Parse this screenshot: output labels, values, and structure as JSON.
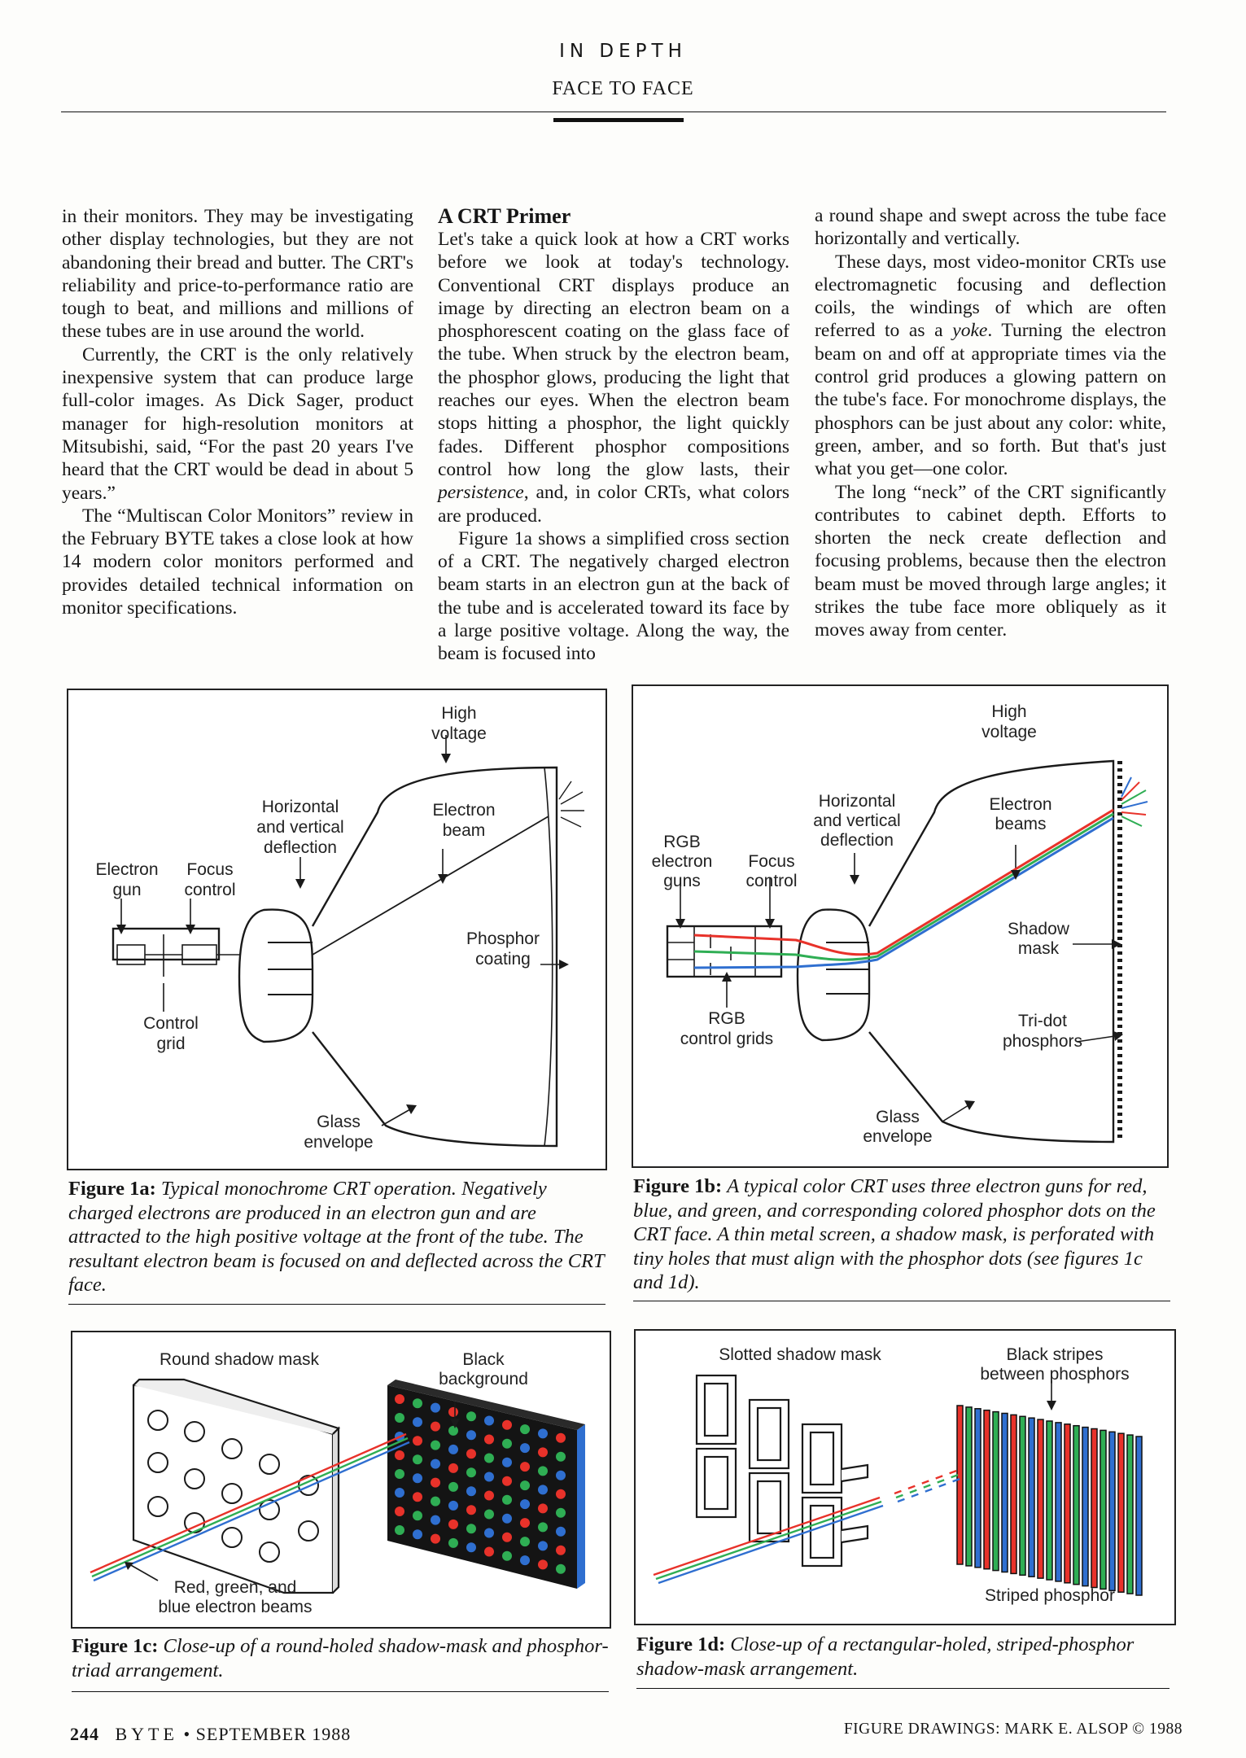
{
  "header": {
    "section": "IN DEPTH",
    "title": "FACE TO FACE"
  },
  "columns": {
    "col1": [
      "in their monitors. They may be investigating other display technologies, but they are not abandoning their bread and butter. The CRT's reliability and price-to-performance ratio are tough to beat, and millions and millions of these tubes are in use around the world.",
      "Currently, the CRT is the only relatively inexpensive system that can produce large full-color images. As Dick Sager, product manager for high-resolution monitors at Mitsubishi, said, “For the past 20 years I've heard that the CRT would be dead in about 5 years.”",
      "The “Multiscan Color Monitors” review in the February BYTE takes a close look at how 14 modern color monitors performed and provides detailed technical information on monitor specifications."
    ],
    "col2_heading": "A CRT Primer",
    "col2": [
      "Let's take a quick look at how a CRT works before we look at today's technology. Conventional CRT displays produce an image by directing an electron beam on a phosphorescent coating on the glass face of the tube. When struck by the electron beam, the phosphor glows, producing the light that reaches our eyes. When the electron beam stops hitting a phosphor, the light quickly fades. Different phosphor compositions control how long the glow lasts, their",
      "persistence",
      ", and, in color CRTs, what colors are produced.",
      "Figure 1a shows a simplified cross section of a CRT. The negatively charged electron beam starts in an electron gun at the back of the tube and is accelerated toward its face by a large positive voltage. Along the way, the beam is focused into"
    ],
    "col3": [
      "a round shape and swept across the tube face horizontally and vertically.",
      "These days, most video-monitor CRTs use electromagnetic focusing and deflection coils, the windings of which are often referred to as a",
      "yoke",
      ". Turning the electron beam on and off at appropriate times via the control grid produces a glowing pattern on the tube's face. For monochrome displays, the phosphors can be just about any color: white, green, amber, and so forth. But that's just what you get—one color.",
      "The long “neck” of the CRT significantly contributes to cabinet depth. Efforts to shorten the neck create deflection and focusing problems, because then the electron beam must be moved through large angles; it strikes the tube face more obliquely as it moves away from center."
    ]
  },
  "figures": {
    "fig1a": {
      "labels": {
        "high": "High",
        "voltage": "voltage",
        "horiz1": "Horizontal",
        "horiz2": "and vertical",
        "horiz3": "deflection",
        "eb1": "Electron",
        "eb2": "beam",
        "egun1": "Electron",
        "egun2": "gun",
        "focus1": "Focus",
        "focus2": "control",
        "phos1": "Phosphor",
        "phos2": "coating",
        "grid1": "Control",
        "grid2": "grid",
        "glass1": "Glass",
        "glass2": "envelope"
      },
      "caption_label": "Figure 1a:",
      "caption_text": "Typical monochrome CRT operation. Negatively charged electrons are produced in an electron gun and are attracted to the high positive voltage at the front of the tube. The resultant electron beam is focused on and deflected across the CRT face."
    },
    "fig1b": {
      "labels": {
        "high": "High",
        "voltage": "voltage",
        "horiz1": "Horizontal",
        "horiz2": "and vertical",
        "horiz3": "deflection",
        "eb1": "Electron",
        "eb2": "beams",
        "rgb1": "RGB",
        "rgb2": "electron",
        "rgb3": "guns",
        "focus1": "Focus",
        "focus2": "control",
        "mask1": "Shadow",
        "mask2": "mask",
        "grids1": "RGB",
        "grids2": "control grids",
        "tri1": "Tri-dot",
        "tri2": "phosphors",
        "glass1": "Glass",
        "glass2": "envelope"
      },
      "caption_label": "Figure 1b:",
      "caption_text": "A typical color CRT uses three electron guns for red, blue, and green, and corresponding colored phosphor dots on the CRT face. A thin metal screen, a shadow mask, is perforated with tiny holes that must align with the phosphor dots (see figures 1c and 1d)."
    },
    "fig1c": {
      "labels": {
        "mask": "Round shadow mask",
        "bg1": "Black",
        "bg2": "background",
        "beams1": "Red, green, and",
        "beams2": "blue electron beams"
      },
      "caption_label": "Figure 1c:",
      "caption_text": "Close-up of a round-holed shadow-mask and phosphor-triad arrangement."
    },
    "fig1d": {
      "labels": {
        "mask": "Slotted shadow mask",
        "stripes1": "Black stripes",
        "stripes2": "between phosphors",
        "striped": "Striped phosphor"
      },
      "caption_label": "Figure 1d:",
      "caption_text": "Close-up of a rectangular-holed, striped-phosphor shadow-mask arrangement."
    }
  },
  "colors": {
    "red": "#e8322a",
    "green": "#2fae54",
    "blue": "#2f6fd0",
    "black": "#111111"
  },
  "footer": {
    "page": "244",
    "magazine": "BYTE",
    "date": "• SEPTEMBER 1988",
    "credit": "FIGURE DRAWINGS: MARK E. ALSOP © 1988"
  }
}
